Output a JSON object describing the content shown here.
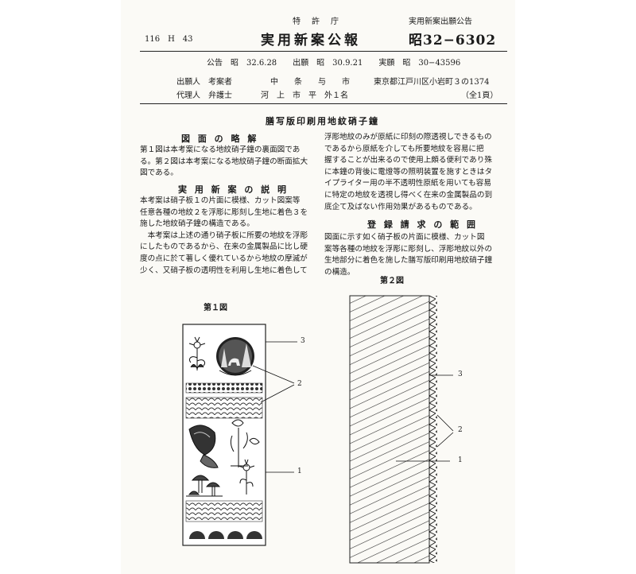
{
  "header": {
    "class_code": "116　H　43",
    "office": "特　許　庁",
    "publication_title": "実用新案公報",
    "gazette_type": "実用新案出願公告",
    "publication_number": "昭32−6302"
  },
  "bibliography": {
    "line1": "公告　昭　32.6.28　　出願　昭　30.9.21　　実願　昭　30−43596",
    "applicant_label": "出願人　考案者",
    "applicant_name": "中　　条　　与　　市",
    "applicant_address": "東京都江戸川区小岩町３の1374",
    "agent_label": "代理人　弁護士",
    "agent_name": "河　上　市　平　外１名",
    "page_count": "（全1頁）"
  },
  "document_title": "膳写版印刷用地紋硝子鐘",
  "sections": {
    "drawing_title": "図 面 の 略 解",
    "drawing_text": "第１図は本考案になる地紋硝子鐘の裏面図であ\nる。第２図は本考案になる地紋硝子鐘の断面拡大\n図である。",
    "description_title": "実 用 新 案 の 説 明",
    "description_text": "本考案は硝子板１の片面に模様、カット図案等\n任意各種の地紋２を浮彫に彫刻し生地に着色３を\n施した地紋硝子鐘の構造である。\n　本考案は上述の通り硝子板に所要の地紋を浮彫\nにしたものであるから、在来の金属製品に比し硬\n度の点に於て著しく優れているから地紋の摩滅が\n少く、又硝子板の透明性を利用し生地に着色して",
    "continued_text": "浮彫地紋のみが原紙に印刻の際透視しできるもの\nであるから原紙を介しても所要地紋を容易に把\n握することが出来るので使用上頗る便利であり殊\nに本鐘の背後に電燈等の照明装置を施すときはタ\nイプライター用の半不透明性原紙を用いても容易\nに特定の地紋を透視し得べく在来の金属製品の到\n底企て及ばない作用効果があるものである。",
    "claim_title": "登 録 請 求 の 範 囲",
    "claim_text": "図面に示す如く硝子板の片面に模様、カット図\n案等各種の地紋を浮彫に彫刻し、浮彫地紋以外の\n生地部分に着色を施した膳写版印刷用地紋硝子鐘\nの構造。"
  },
  "figures": {
    "fig1_label": "第１図",
    "fig2_label": "第２図",
    "fig1_refs": [
      "3",
      "2",
      "1"
    ],
    "fig2_refs": [
      "3",
      "2",
      "1"
    ]
  }
}
